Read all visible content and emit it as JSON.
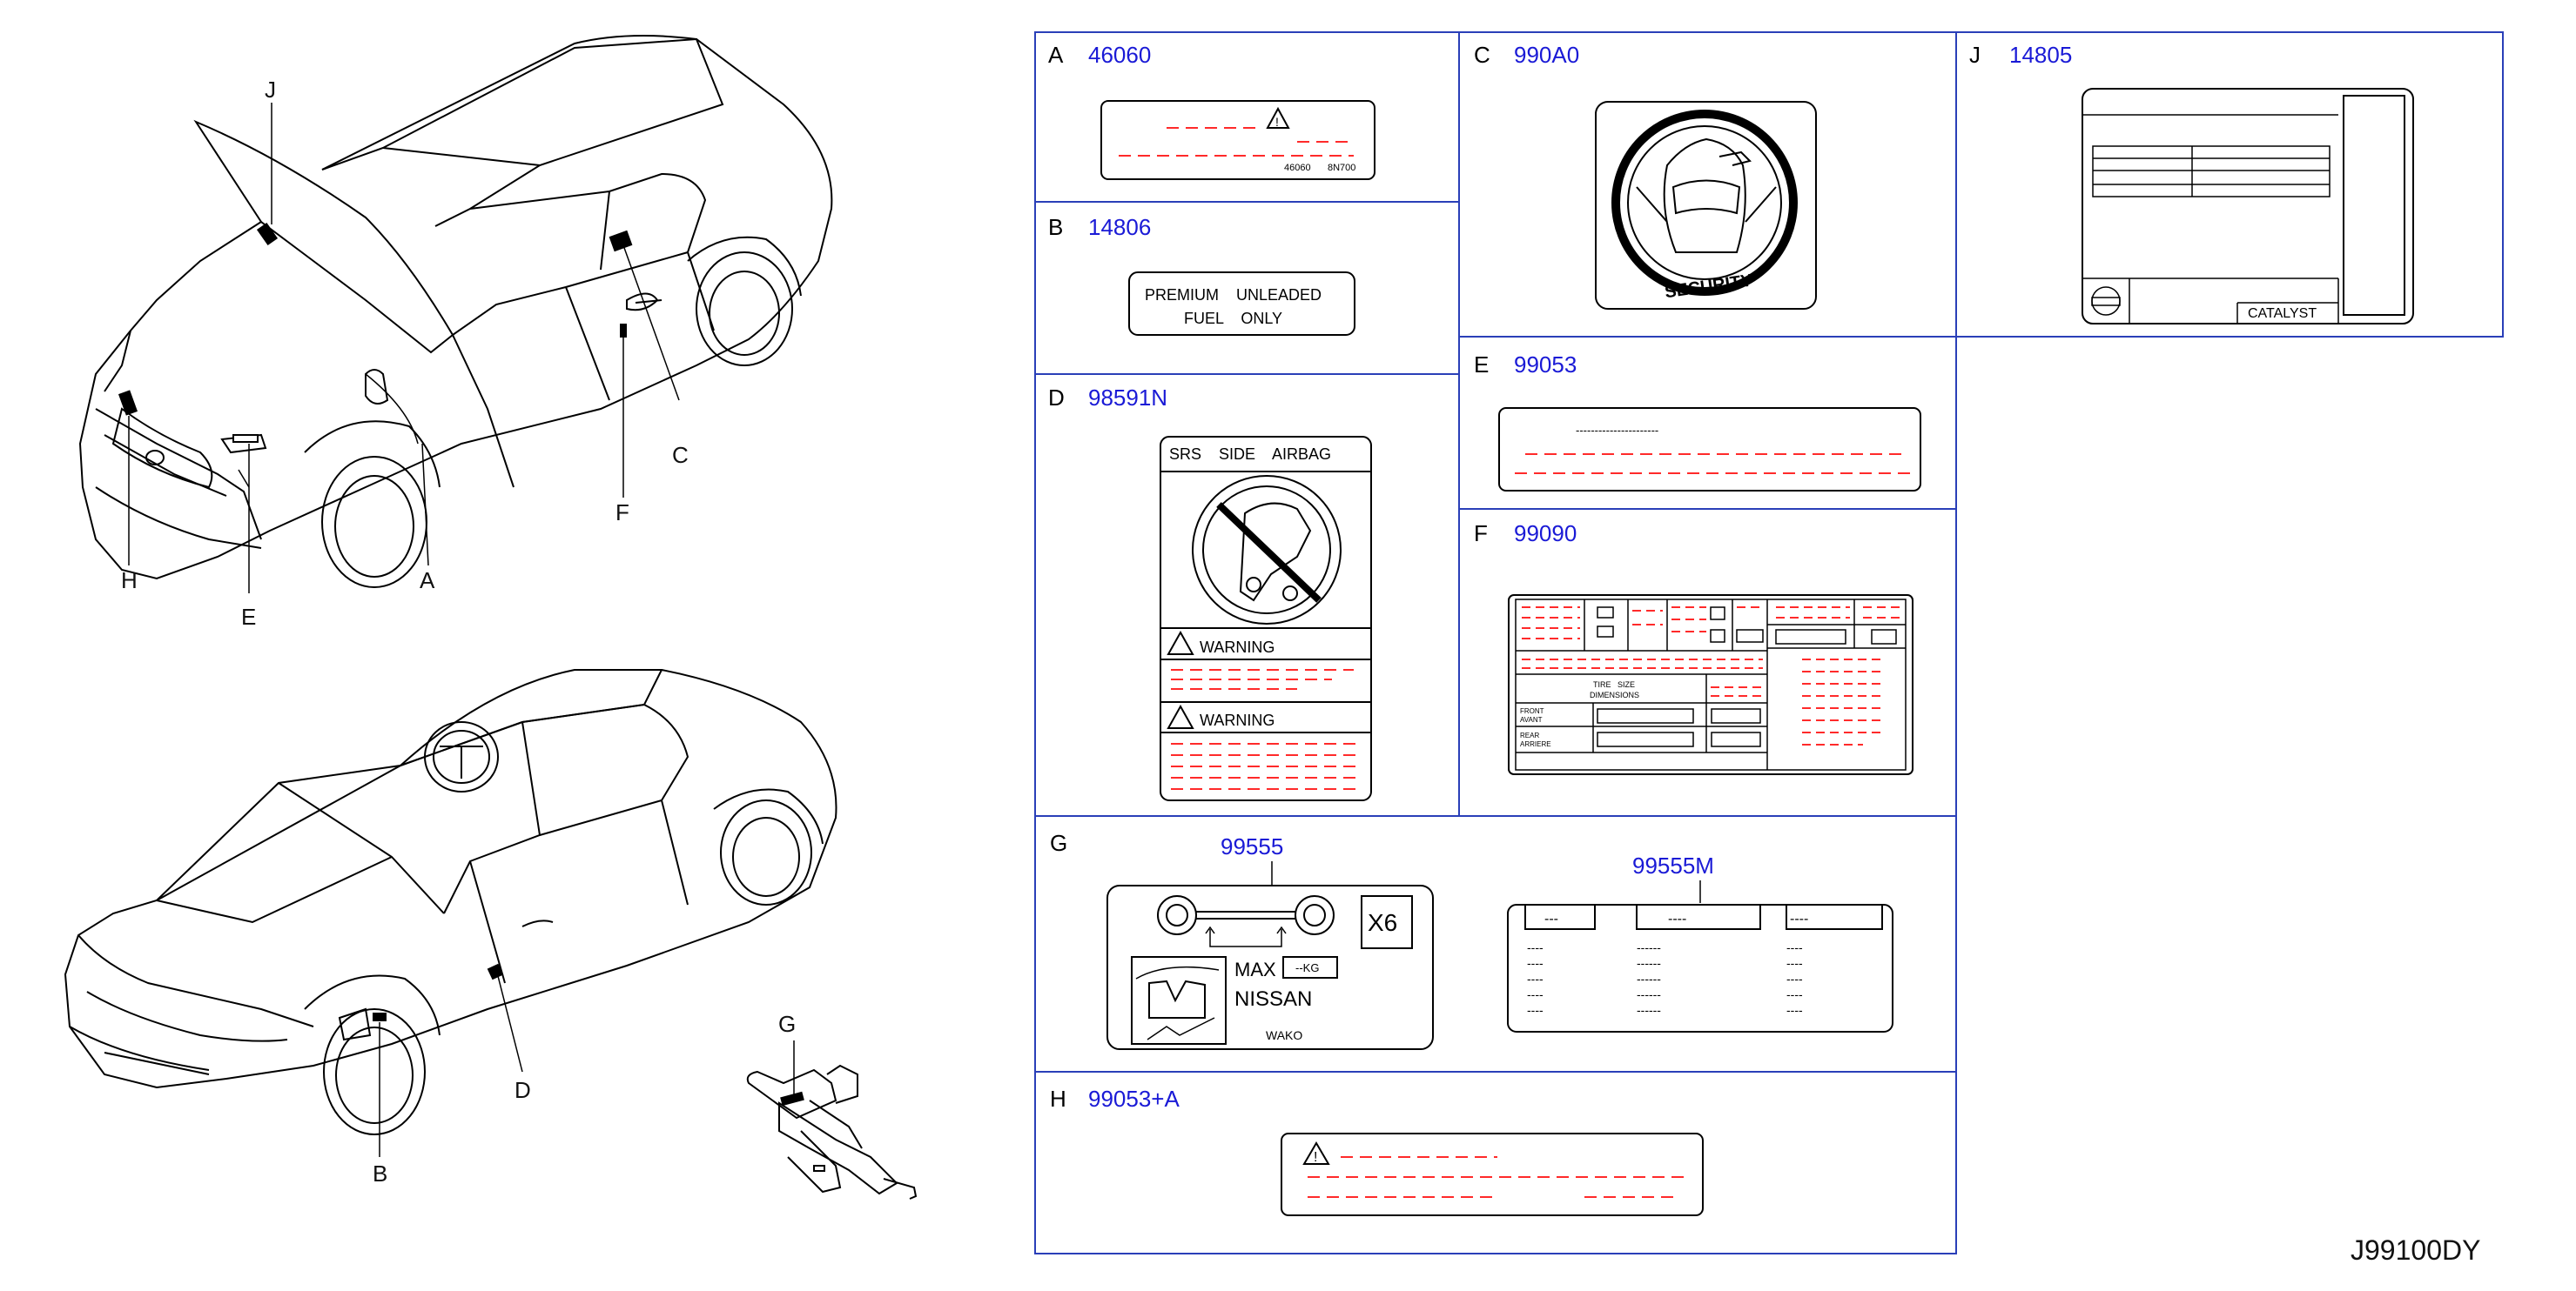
{
  "diagram_code": "J99100DY",
  "callouts": [
    "J",
    "C",
    "F",
    "A",
    "H",
    "E",
    "D",
    "B",
    "G"
  ],
  "cells": {
    "A": {
      "letter": "A",
      "part": "46060",
      "small_a": "46060",
      "small_b": "8N700"
    },
    "B": {
      "letter": "B",
      "part": "14806",
      "line1": "PREMIUM    UNLEADED",
      "line2": "FUEL    ONLY"
    },
    "C": {
      "letter": "C",
      "part": "990A0",
      "badge": "SECURITY"
    },
    "D": {
      "letter": "D",
      "part": "98591N",
      "title": "SRS    SIDE    AIRBAG",
      "warn1": "WARNING",
      "warn2": "WARNING"
    },
    "E": {
      "letter": "E",
      "part": "99053",
      "dashes": "----------------------"
    },
    "F": {
      "letter": "F",
      "part": "99090",
      "tire": "TIRE   SIZE",
      "dims": "DIMENSIONS",
      "front": "FRONT",
      "avant": "AVANT",
      "rear": "REAR",
      "arriere": "ARRIERE"
    },
    "G": {
      "letter": "G",
      "part_a": "99555",
      "part_b": "99555M",
      "x6": "X6",
      "max": "MAX",
      "kg": "--KG",
      "nissan": "NISSAN",
      "wako": "WAKO",
      "hdr1": "---",
      "hdr2": "----",
      "hdr3": "----",
      "dash4": "----",
      "dash6": "------"
    },
    "H": {
      "letter": "H",
      "part": "99053+A"
    },
    "J": {
      "letter": "J",
      "part": "14805",
      "catalyst": "CATALYST"
    }
  },
  "colors": {
    "grid": "#2a3fb8",
    "part_number": "#1a1ad6",
    "dash_red": "#ff2a2a",
    "line": "#000000"
  }
}
